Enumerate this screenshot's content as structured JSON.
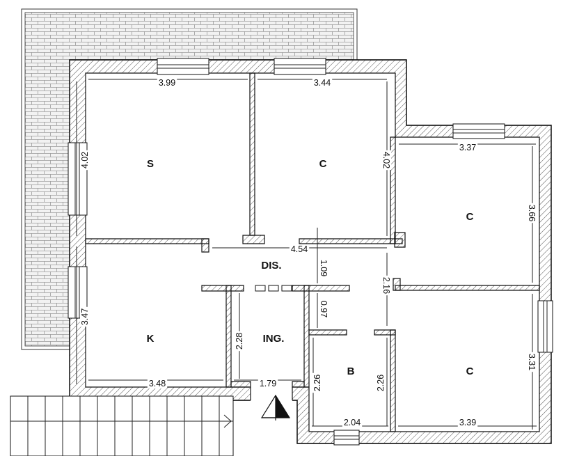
{
  "rooms": {
    "s": "S",
    "c1": "C",
    "c2": "C",
    "c3": "C",
    "k": "K",
    "dis": "DIS.",
    "ing": "ING.",
    "b": "B"
  },
  "dimensions": {
    "s_width": "3.99",
    "s_height": "4.02",
    "c1_width": "3.44",
    "c1_height": "4.02",
    "c2_width": "3.37",
    "c2_height": "3.66",
    "corridor_length": "4.54",
    "corridor_depth": "1.09",
    "corridor_gap": "2.16",
    "door_gap": "0.97",
    "k_height": "3.47",
    "k_width": "3.48",
    "ing_height": "2.28",
    "ing_width": "1.79",
    "b_height_left": "2.26",
    "b_height_right": "2.26",
    "b_width": "2.04",
    "c3_height": "3.31",
    "c3_width": "3.39"
  }
}
